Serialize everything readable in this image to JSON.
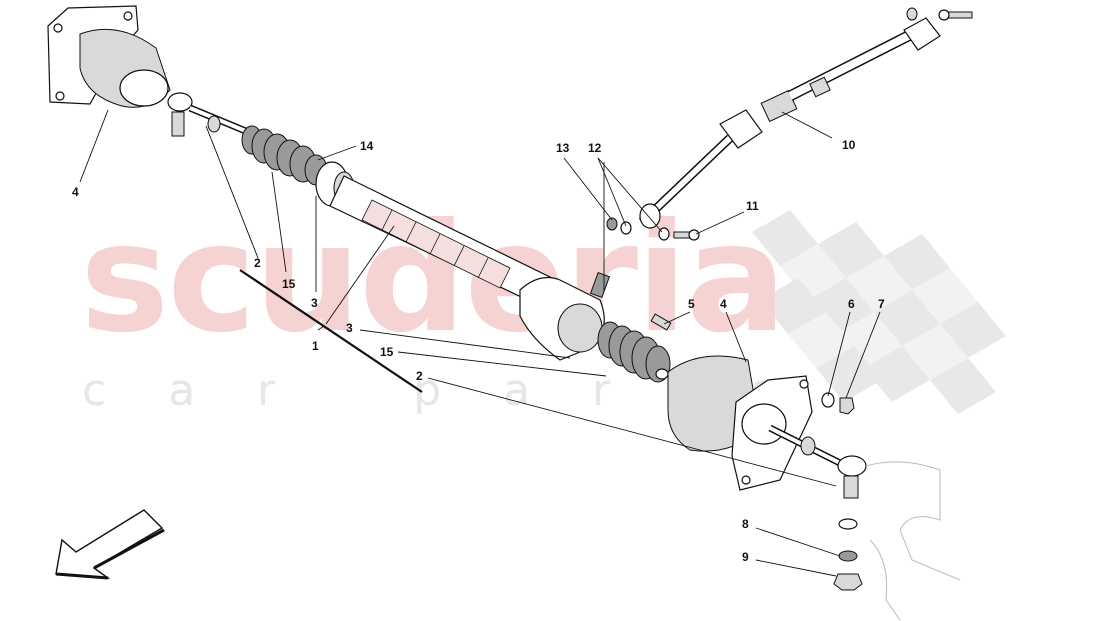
{
  "watermark": {
    "brand": "scuderia",
    "tagline": "car parts"
  },
  "callouts": [
    {
      "id": "c4-left",
      "text": "4"
    },
    {
      "id": "c2-left",
      "text": "2"
    },
    {
      "id": "c15-left",
      "text": "15"
    },
    {
      "id": "c3-left",
      "text": "3"
    },
    {
      "id": "c1",
      "text": "1"
    },
    {
      "id": "c14",
      "text": "14"
    },
    {
      "id": "c13",
      "text": "13"
    },
    {
      "id": "c12",
      "text": "12"
    },
    {
      "id": "c11",
      "text": "11"
    },
    {
      "id": "c10",
      "text": "10"
    },
    {
      "id": "c5",
      "text": "5"
    },
    {
      "id": "c4-right",
      "text": "4"
    },
    {
      "id": "c6",
      "text": "6"
    },
    {
      "id": "c7",
      "text": "7"
    },
    {
      "id": "c3-mid",
      "text": "3"
    },
    {
      "id": "c15-mid",
      "text": "15"
    },
    {
      "id": "c2-mid",
      "text": "2"
    },
    {
      "id": "c8",
      "text": "8"
    },
    {
      "id": "c9",
      "text": "9"
    }
  ],
  "colors": {
    "watermark_red": "#f6d3d3",
    "watermark_grey": "#e6e6e6",
    "checker": "#e8e8e8",
    "line": "#111111"
  },
  "icons": {
    "direction": "arrow-down-left-icon"
  }
}
